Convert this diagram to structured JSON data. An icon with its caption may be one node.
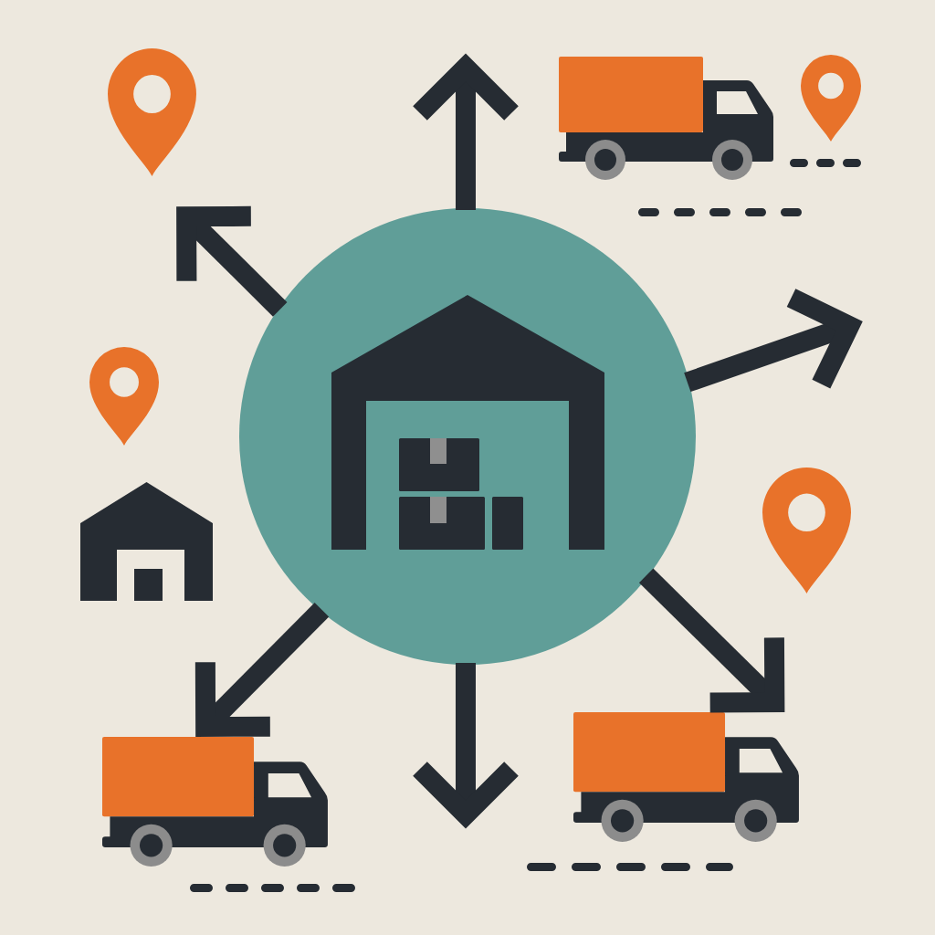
{
  "diagram": {
    "nodes": [
      {
        "text": [],
        "shape": "picture"
      },
      {
        "text": [],
        "shape": "picture"
      },
      {
        "text": [],
        "shape": "picture"
      }
    ],
    "edges": [
      {
        "from": 0,
        "to": null,
        "arrow": "to"
      },
      {
        "from": 0,
        "to": null,
        "arrow": "to"
      },
      {
        "from": 0,
        "to": 2,
        "arrow": "to"
      },
      {
        "from": 0,
        "to": null,
        "arrow": "to"
      },
      {
        "from": 0,
        "to": 1,
        "arrow": "to"
      },
      {
        "from": 0,
        "to": null,
        "arrow": "to"
      }
    ]
  }
}
